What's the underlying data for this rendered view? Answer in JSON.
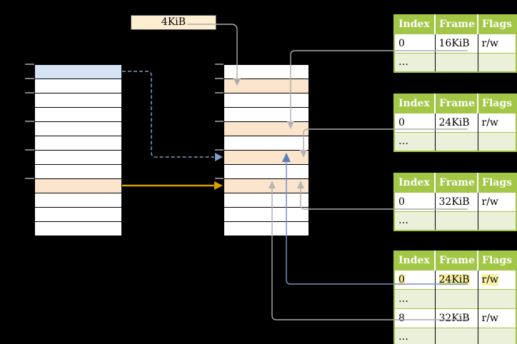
{
  "label_4kib": "4KiB",
  "memory": {
    "virtual_rows": [
      "blue",
      "white",
      "white",
      "white",
      "white",
      "white",
      "white",
      "white",
      "orange",
      "white",
      "white",
      "white"
    ],
    "physical_rows": [
      "white",
      "orange",
      "white",
      "white",
      "orange",
      "white",
      "orange",
      "white",
      "orange",
      "white",
      "white",
      "white"
    ]
  },
  "tables": [
    {
      "headers": [
        "Index",
        "Frame",
        "Flags"
      ],
      "rows": [
        {
          "index": "0",
          "frame": "16KiB",
          "flags": "r/w"
        },
        {
          "index": "…",
          "frame": "",
          "flags": ""
        }
      ]
    },
    {
      "headers": [
        "Index",
        "Frame",
        "Flags"
      ],
      "rows": [
        {
          "index": "0",
          "frame": "24KiB",
          "flags": "r/w"
        },
        {
          "index": "…",
          "frame": "",
          "flags": ""
        }
      ]
    },
    {
      "headers": [
        "Index",
        "Frame",
        "Flags"
      ],
      "rows": [
        {
          "index": "0",
          "frame": "32KiB",
          "flags": "r/w"
        },
        {
          "index": "…",
          "frame": "",
          "flags": ""
        }
      ]
    },
    {
      "headers": [
        "Index",
        "Frame",
        "Flags"
      ],
      "rows": [
        {
          "index": "0",
          "frame": "24KiB",
          "flags": "r/w",
          "highlighted": true
        },
        {
          "index": "…",
          "frame": "",
          "flags": ""
        },
        {
          "index": "8",
          "frame": "32KiB",
          "flags": "r/w"
        },
        {
          "index": "…",
          "frame": "",
          "flags": ""
        }
      ]
    }
  ],
  "colors": {
    "header_green": "#a2c645",
    "row_light_green": "#eaf0da",
    "virtual_page_blue": "#d5e3f5",
    "frame_orange": "#fce5cd",
    "label_cream": "#fdeed2",
    "highlight_yellow": "#faf0a0",
    "connector_gray": "#ababab",
    "connector_blue": "#7291c4",
    "arrow_orange": "#d99e00",
    "background": "#000000"
  }
}
